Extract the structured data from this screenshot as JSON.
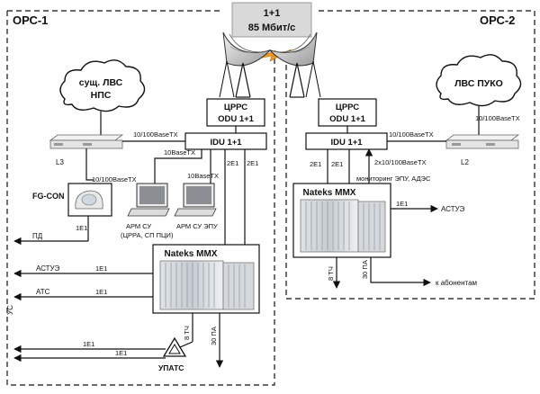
{
  "sites": {
    "left": "ОРС-1",
    "right": "ОРС-2"
  },
  "radio_link": {
    "mode": "1+1",
    "rate": "85 Мбит/с"
  },
  "clouds": {
    "left_line1": "сущ. ЛВС",
    "left_line2": "НПС",
    "right": "ЛВС ПУКО"
  },
  "devices": {
    "odu_left_line1": "ЦРРС",
    "odu_left_line2": "ODU 1+1",
    "odu_right_line1": "ЦРРС",
    "odu_right_line2": "ODU 1+1",
    "idu_left": "IDU 1+1",
    "idu_right": "IDU 1+1",
    "switch_left": "L3",
    "switch_right": "L2",
    "fgcon": "FG-CON",
    "mmx_left": "Nateks MMX",
    "mmx_right": "Nateks MMX",
    "arm1_line1": "АРМ СУ",
    "arm1_line2": "(ЦРРА, СП ПЦИ)",
    "arm2": "АРМ СУ ЭПУ",
    "upats": "УПАТС"
  },
  "links": {
    "l3_idu": "10/100BaseTX",
    "l3_fgcon": "10/100BaseTX",
    "idu_arm1": "10BaseTX",
    "idu_arm2": "10BaseTX",
    "idu_e1a": "2Е1",
    "idu_e1b": "2Е1",
    "fgcon_e1": "1Е1",
    "pd": "ПД",
    "astue_left": "АСТУЭ",
    "astue_left_e1": "1Е1",
    "ats": "АТС",
    "ats_e1": "1Е1",
    "us": "УС",
    "mmx_8tch": "8 ТЧ",
    "mmx_30pa": "30 ПА",
    "upats_e1a": "1Е1",
    "upats_e1b": "1Е1",
    "cloud_right_link": "10/100BaseTX",
    "l2_idu": "10/100BaseTX",
    "idu_r_e1a": "2Е1",
    "idu_r_e1b": "2Е1",
    "idu_r_eth": "2x10/100BaseTX",
    "monitoring": "мониторинг ЭПУ, АДЭС",
    "astue_right_e1": "1Е1",
    "astue_right": "АСТУЭ",
    "mmx_r_8tch": "8 ТЧ",
    "mmx_r_30pa": "30 ПА",
    "subscribers": "к абонентам"
  },
  "colors": {
    "line": "#111111",
    "lightning": "#f29a1c",
    "rate_box": "#d9d9d9",
    "cloud_fill": "#ffffff"
  },
  "icons": [
    "dish-antenna-icon",
    "cloud-icon",
    "switch-icon",
    "modem-icon",
    "monitor-icon",
    "mux-rack-icon",
    "triangle-pbx-icon",
    "lightning-icon"
  ]
}
